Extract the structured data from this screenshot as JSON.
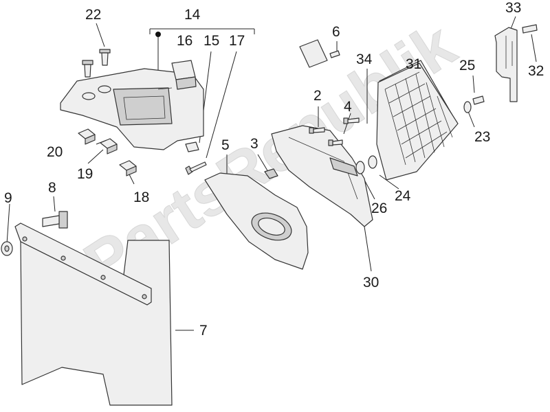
{
  "watermark": "PartsRepublik",
  "labels": {
    "l2": "2",
    "l3": "3",
    "l4": "4",
    "l5": "5",
    "l6": "6",
    "l7": "7",
    "l8": "8",
    "l9": "9",
    "l14": "14",
    "l15": "15",
    "l16": "16",
    "l17": "17",
    "l18": "18",
    "l19": "19",
    "l20": "20",
    "l22": "22",
    "l23": "23",
    "l24": "24",
    "l25": "25",
    "l26": "26",
    "l30": "30",
    "l31": "31",
    "l32": "32",
    "l33": "33",
    "l34": "34"
  }
}
